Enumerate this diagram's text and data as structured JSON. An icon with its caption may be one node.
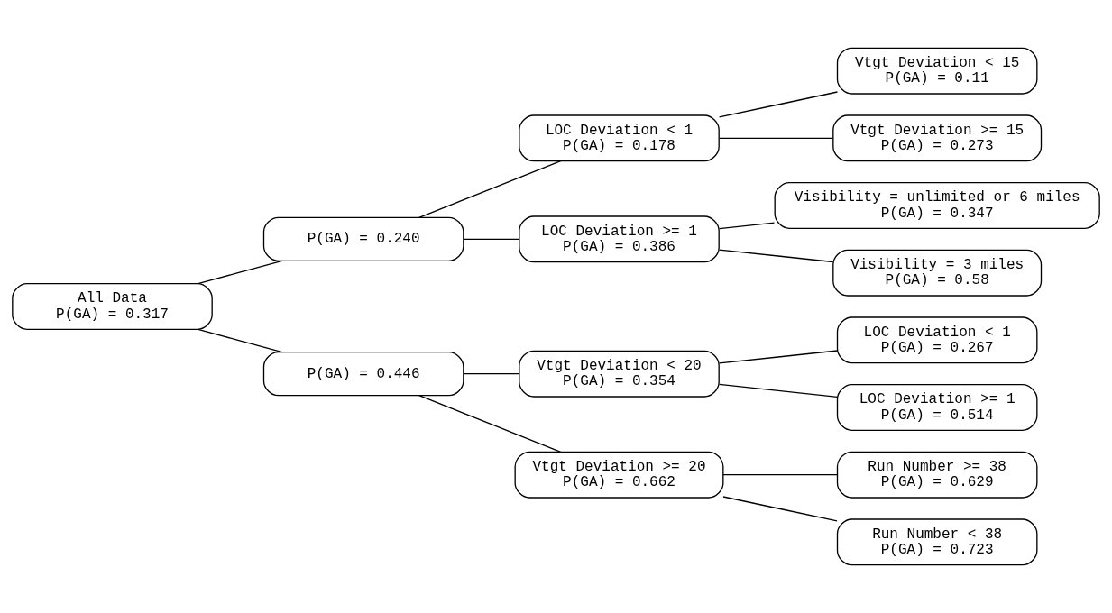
{
  "diagram": {
    "nodes": [
      {
        "text": [
          "All Data",
          "P(GA) = 0.317"
        ]
      },
      {
        "text": [
          "P(GA) = 0.240"
        ]
      },
      {
        "text": [
          "LOC Deviation < 1",
          "P(GA) = 0.178"
        ]
      },
      {
        "text": [
          "Vtgt Deviation < 15",
          "P(GA) = 0.11"
        ]
      },
      {
        "text": [
          "Vtgt Deviation >= 15",
          "P(GA) = 0.273"
        ]
      },
      {
        "text": [
          "LOC Deviation >= 1",
          "P(GA) = 0.386"
        ]
      },
      {
        "text": [
          "Visibility = unlimited or 6 miles",
          "P(GA) = 0.347"
        ]
      },
      {
        "text": [
          "Visibility = 3 miles",
          "P(GA) = 0.58"
        ]
      },
      {
        "text": [
          "P(GA) = 0.446"
        ]
      },
      {
        "text": [
          "Vtgt Deviation < 20",
          "P(GA) = 0.354"
        ]
      },
      {
        "text": [
          "LOC Deviation < 1",
          "P(GA) = 0.267"
        ]
      },
      {
        "text": [
          "LOC Deviation >= 1",
          "P(GA) = 0.514"
        ]
      },
      {
        "text": [
          "Vtgt Deviation >= 20",
          "P(GA) = 0.662"
        ]
      },
      {
        "text": [
          "Run Number >= 38",
          "P(GA) = 0.629"
        ]
      },
      {
        "text": [
          "Run Number < 38",
          "P(GA) = 0.723"
        ]
      }
    ],
    "edges": [
      {
        "from": 0,
        "to": 1,
        "arrow": "none"
      },
      {
        "from": 0,
        "to": 8,
        "arrow": "none"
      },
      {
        "from": 1,
        "to": 2,
        "arrow": "none"
      },
      {
        "from": 1,
        "to": 5,
        "arrow": "none"
      },
      {
        "from": 2,
        "to": 3,
        "arrow": "none"
      },
      {
        "from": 2,
        "to": 4,
        "arrow": "none"
      },
      {
        "from": 5,
        "to": 6,
        "arrow": "none"
      },
      {
        "from": 5,
        "to": 7,
        "arrow": "none"
      },
      {
        "from": 8,
        "to": 9,
        "arrow": "none"
      },
      {
        "from": 8,
        "to": 12,
        "arrow": "none"
      },
      {
        "from": 9,
        "to": 10,
        "arrow": "none"
      },
      {
        "from": 9,
        "to": 11,
        "arrow": "none"
      },
      {
        "from": 12,
        "to": 13,
        "arrow": "none"
      },
      {
        "from": 12,
        "to": 14,
        "arrow": "none"
      }
    ]
  }
}
